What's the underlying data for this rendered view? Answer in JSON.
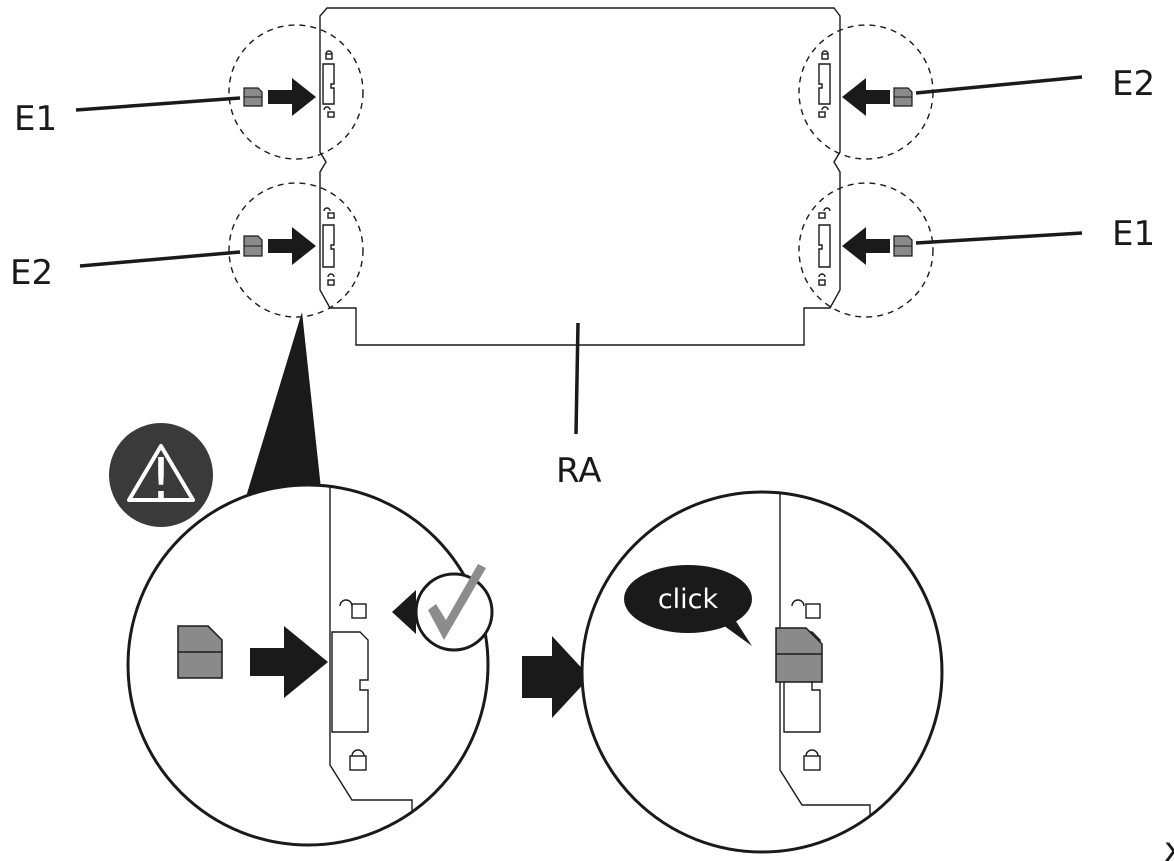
{
  "labels": {
    "e1_left": "E1",
    "e2_right": "E2",
    "e2_left": "E2",
    "e1_right": "E1",
    "ra": "RA",
    "click": "click",
    "page_marker": "x",
    "warning_symbol": "!"
  },
  "icons": {
    "warning": "warning-icon",
    "check": "checkmark-icon",
    "arrow": "arrow-right-icon",
    "lock": "lock-icon",
    "unlock": "unlock-icon"
  },
  "colors": {
    "ink": "#1a1a1a",
    "clip_fill": "#8a8a8a",
    "warning_bg": "#3a3a3a",
    "check_gray": "#8c8c8c"
  }
}
